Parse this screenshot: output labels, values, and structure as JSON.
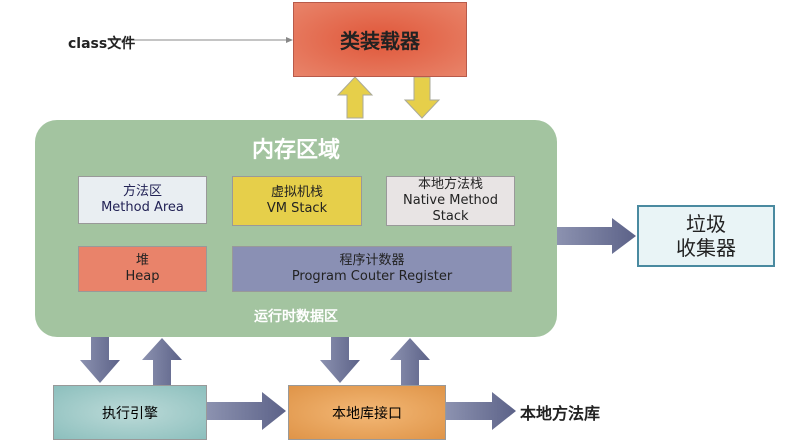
{
  "class_file": "class文件",
  "class_loader": "类装载器",
  "memory": {
    "title": "内存区域",
    "runtime_label": "运行时数据区",
    "method_area": {
      "cn": "方法区",
      "en": "Method Area"
    },
    "vm_stack": {
      "cn": "虚拟机栈",
      "en": "VM Stack"
    },
    "native_stack": {
      "cn": "本地方法栈",
      "en1": "Native Method",
      "en2": "Stack"
    },
    "heap": {
      "cn": "堆",
      "en": "Heap"
    },
    "pc": {
      "cn": "程序计数器",
      "en": "Program Couter Register"
    }
  },
  "gc": {
    "line1": "垃圾",
    "line2": "收集器"
  },
  "exec_engine": "执行引擎",
  "native_interface": "本地库接口",
  "native_lib": "本地方法库",
  "colors": {
    "loader": "#e0573a",
    "memory": "#a3c4a0",
    "arrow": "#6a7096",
    "yellow_arrow": "#e6cf4a"
  }
}
